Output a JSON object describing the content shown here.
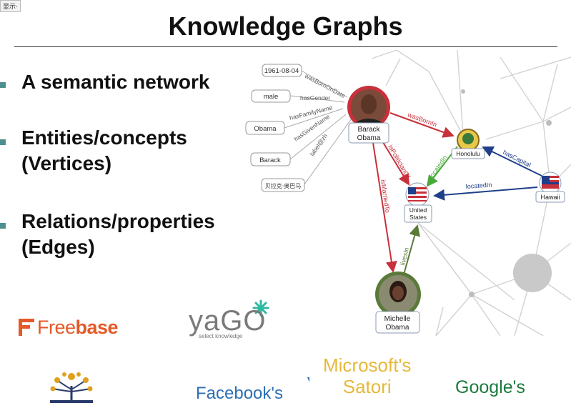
{
  "corner_tag": "显示·",
  "title": "Knowledge Graphs",
  "bullets": [
    {
      "line1": "A semantic network",
      "line2": ""
    },
    {
      "line1": "Entities/concepts",
      "line2": "(Vertices)"
    },
    {
      "line1": "Relations/properties",
      "line2": "(Edges)"
    }
  ],
  "graph": {
    "literals": [
      "1961-08-04",
      "male",
      "Obama",
      "Barack",
      "贝拉克·奥巴马"
    ],
    "literal_edges": [
      "wasBornOnDate",
      "hasGender",
      "hasFamilyName",
      "hasGivenName",
      "label@zh"
    ],
    "nodes": {
      "barack_l1": "Barack",
      "barack_l2": "Obama",
      "honolulu": "Honolulu",
      "hawaii": "Hawaii",
      "us_l1": "United",
      "us_l2": "States",
      "michelle_l1": "Michelle",
      "michelle_l2": "Obama"
    },
    "edges": {
      "wasBornIn": "wasBornIn",
      "isPoliticianOf": "isPoliticianOf",
      "isMarriedTo": "isMarriedTo",
      "locatedIn_honolulu": "locatedIn",
      "hasCapital": "hasCapital",
      "locatedIn_hawaii": "locatedIn",
      "livesIn": "livesIn"
    },
    "colors": {
      "wasBornIn": "#c8303a",
      "locatedIn_green": "#4aa83a",
      "navy": "#1f3f8a",
      "livesIn": "#5a7a3a",
      "node_border": "#8a9ab0"
    }
  },
  "logos": {
    "freebase_prefix": "Free",
    "freebase_bold": "base",
    "yago": "yaGO",
    "yago_sub": "select knowledge",
    "microsoft_l1": "Microsoft's",
    "microsoft_l2": "Satori",
    "facebook": "Facebook's",
    "google": "Google's"
  }
}
